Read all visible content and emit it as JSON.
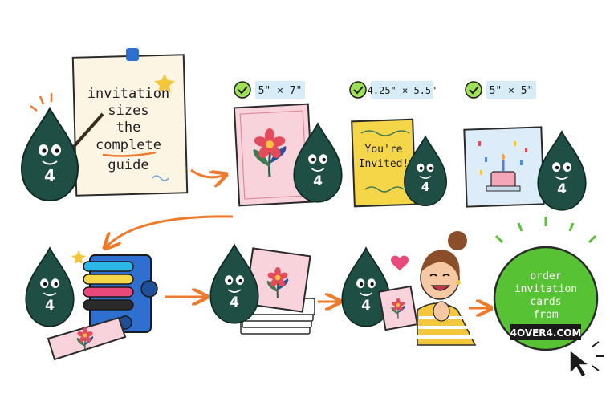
{
  "poster": {
    "line1": "invitation",
    "line2": "sizes",
    "line3": "the",
    "line4": "complete",
    "line5": "guide"
  },
  "mascot_number": "4",
  "sizes": [
    {
      "label": "5\" × 7\""
    },
    {
      "label": "4.25\" × 5.5\""
    },
    {
      "label": "5\" × 5\""
    }
  ],
  "cards": {
    "yellow_line1": "You're",
    "yellow_line2": "Invited!"
  },
  "cta": {
    "line1": "order",
    "line2": "invitation",
    "line3": "cards",
    "line4": "from",
    "brand": "4OVER4.COM"
  },
  "colors": {
    "mascot": "#1f4e45",
    "check": "#9fe05a",
    "label_bg": "#d6ecf7",
    "arrow": "#f07a2c",
    "cta": "#57c234",
    "pink_card": "#f8d3dc",
    "yellow_card": "#f6d649",
    "blue_card": "#dcecf8"
  }
}
